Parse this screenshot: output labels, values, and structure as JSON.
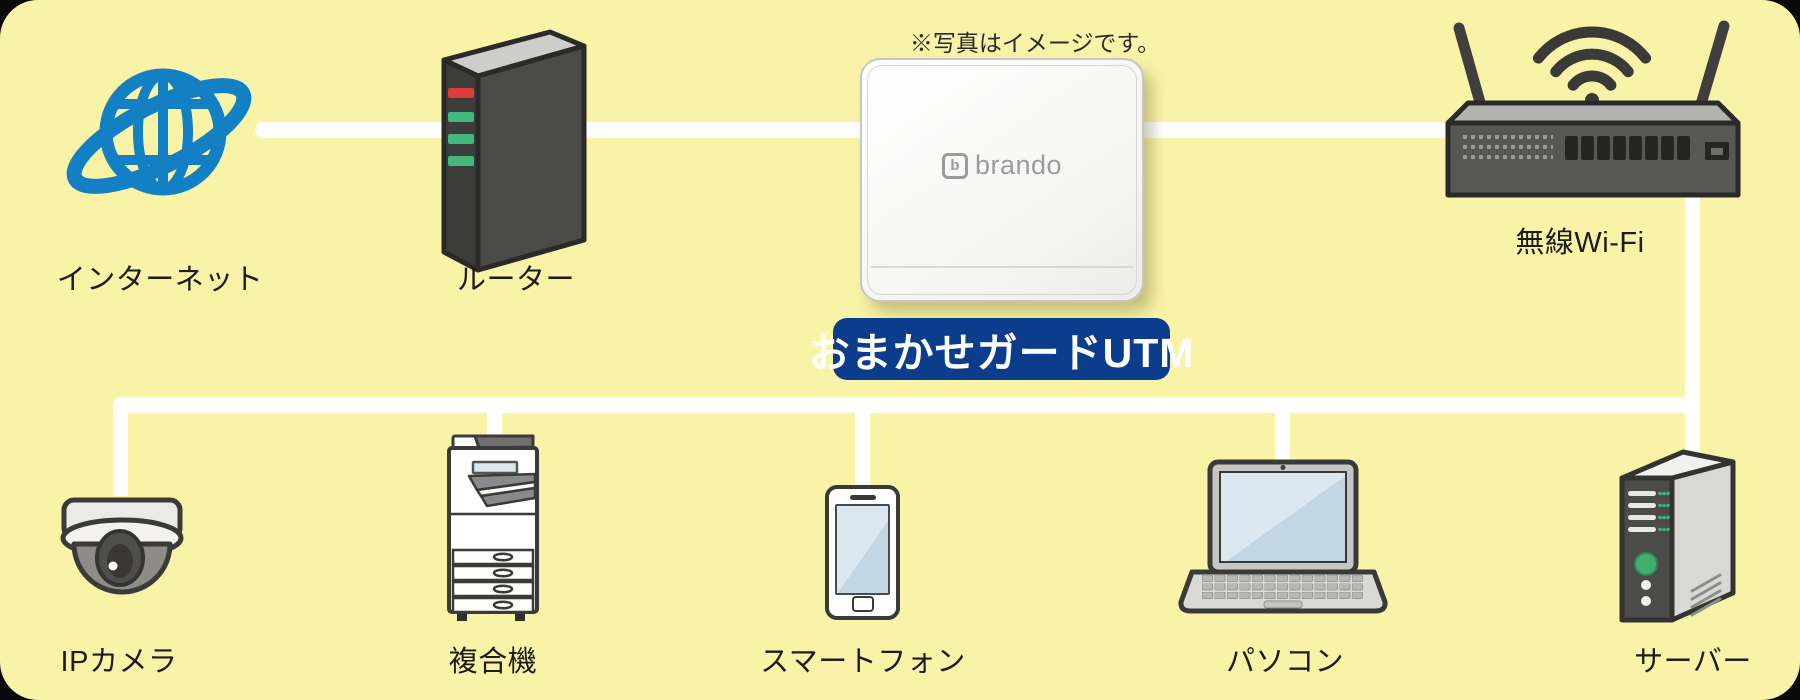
{
  "page": {
    "bg_outer": "#0a0a0a",
    "bg_canvas": "#F9F3A8",
    "line_color": "#ffffff"
  },
  "caption": {
    "text": "※写真はイメージです。",
    "color": "#2b2b2b"
  },
  "product": {
    "badge_label": "おまかせガードUTM",
    "badge_bg": "#0C3D8C",
    "badge_text_color": "#ffffff",
    "device_brand": "brando",
    "device_brand_initial": "b"
  },
  "nodes": {
    "internet": {
      "label": "インターネット"
    },
    "router": {
      "label": "ルーター"
    },
    "wifi": {
      "label": "無線Wi-Fi"
    },
    "camera": {
      "label": "IPカメラ"
    },
    "copier": {
      "label": "複合機"
    },
    "smartphone": {
      "label": "スマートフォン"
    },
    "pc": {
      "label": "パソコン"
    },
    "server": {
      "label": "サーバー"
    }
  },
  "colors": {
    "internet_blue": "#1480C4",
    "device_outline": "#3a3a38",
    "dark_gray": "#4b4b49",
    "led_red": "#dd3a3a",
    "led_green": "#44b87c",
    "screen_blue_light": "#dbe8f0",
    "screen_blue_dark": "#c2d6e4",
    "server_green": "#3fae6e"
  }
}
